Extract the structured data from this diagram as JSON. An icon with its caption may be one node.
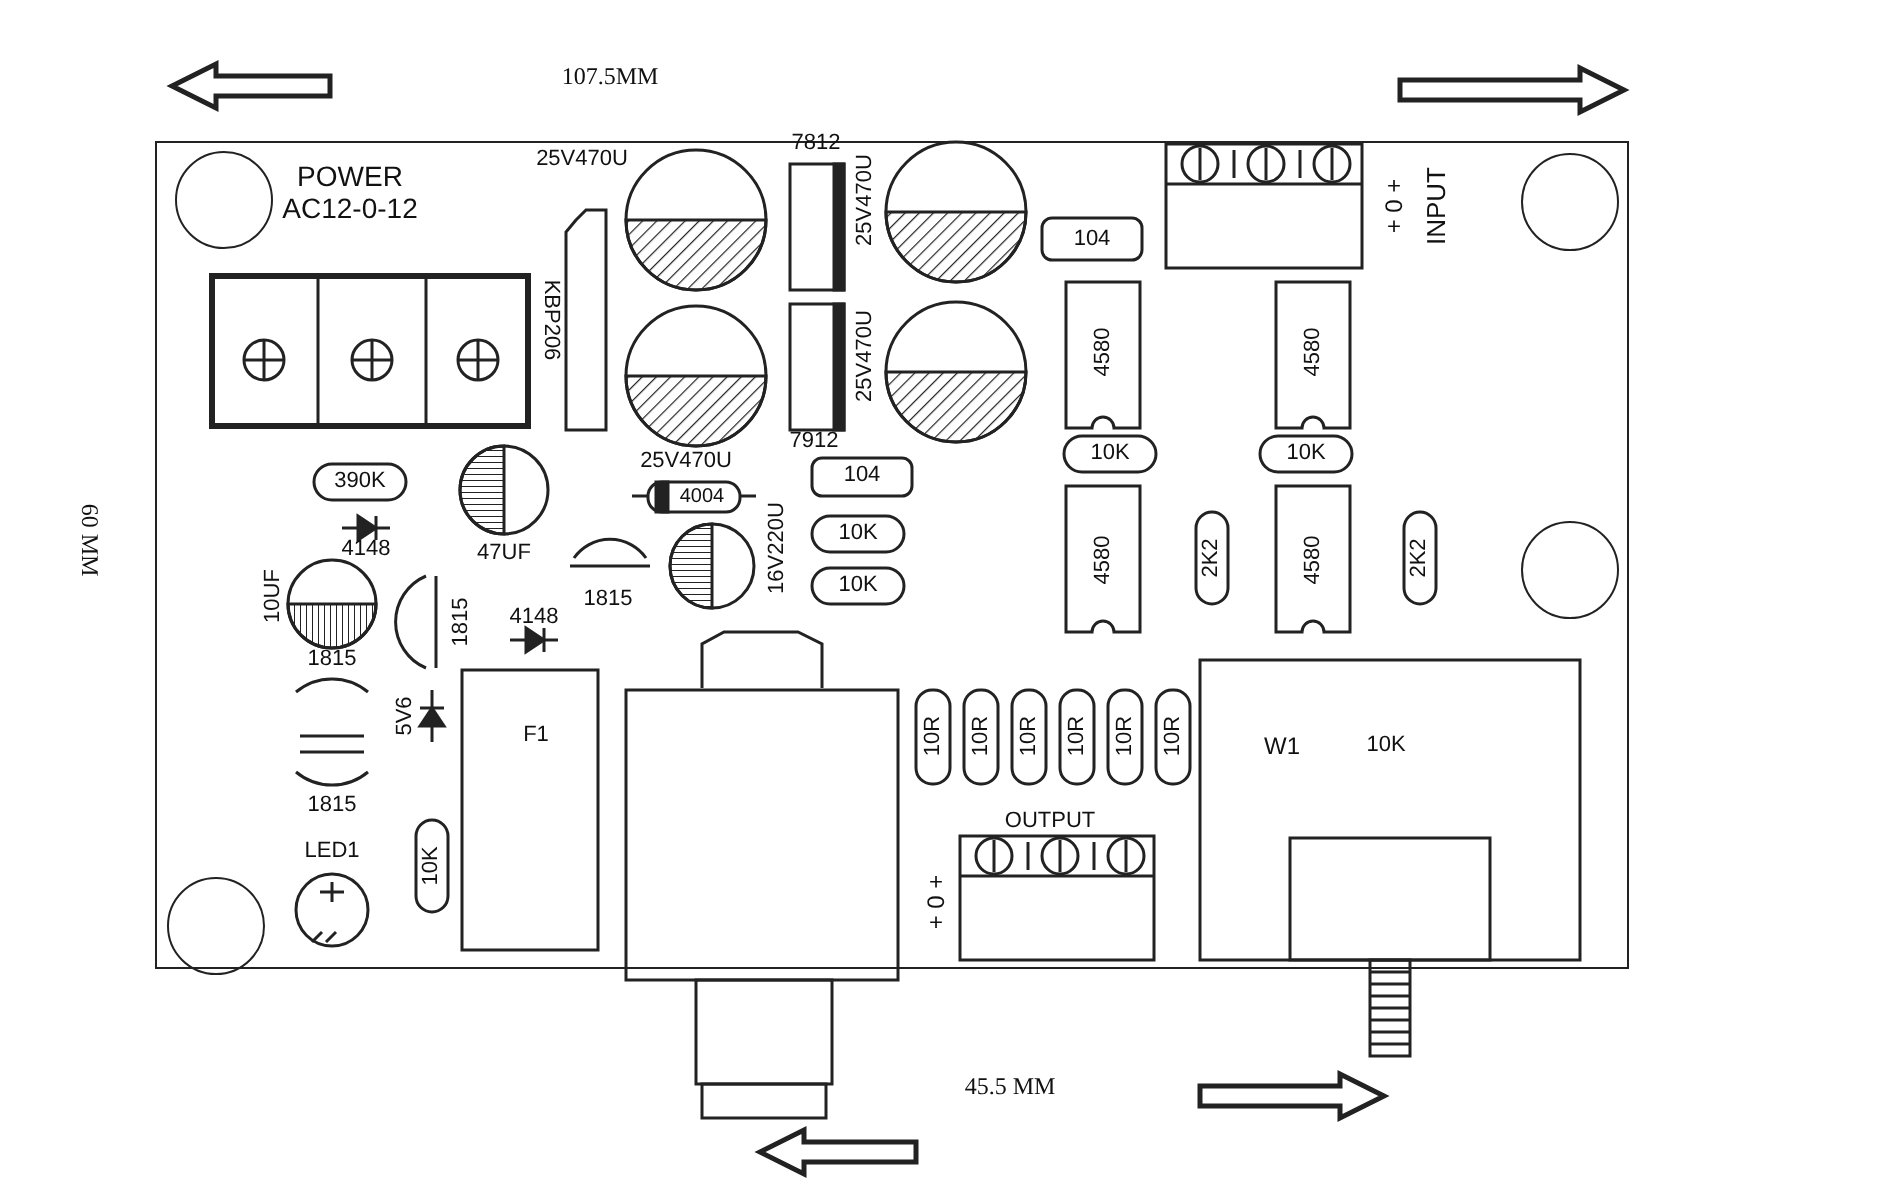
{
  "diagram": {
    "labels": [
      "107.5MM",
      "POWER",
      "AC12-0-12",
      "25V470U",
      "7812",
      "25V470U",
      "+ 0 +",
      "INPUT",
      "104",
      "KBP206",
      "4580",
      "4580",
      "25V470U",
      "7912",
      "60 MM",
      "25V470U",
      "390K",
      "47UF",
      "4004",
      "104",
      "10K",
      "10K",
      "4148",
      "16V220U",
      "10K",
      "10K",
      "4580",
      "2K2",
      "4580",
      "2K2",
      "10UF",
      "1815",
      "1815",
      "4148",
      "1815",
      "5V6",
      "F1",
      "10R",
      "10R",
      "10R",
      "10R",
      "10R",
      "10R",
      "W1",
      "10K",
      "1815",
      "OUTPUT",
      "+ 0 +",
      "LED1",
      "10K",
      "45.5 MM"
    ]
  }
}
